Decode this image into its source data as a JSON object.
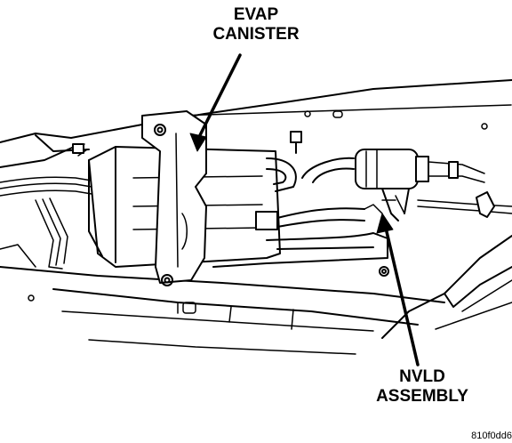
{
  "callouts": {
    "evap_canister": [
      "EVAP",
      "CANISTER"
    ],
    "nvld_assembly": [
      "NVLD",
      "ASSEMBLY"
    ]
  },
  "figure_id": "810f0dd6",
  "colors": {
    "line": "#000000",
    "background": "#ffffff"
  }
}
